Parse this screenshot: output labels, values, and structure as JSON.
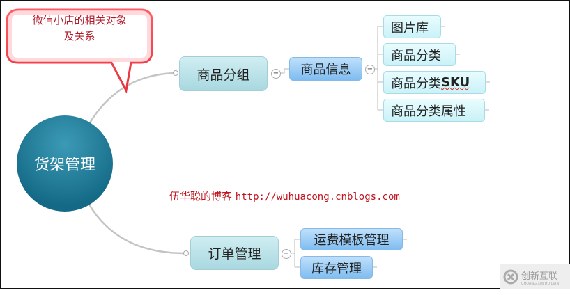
{
  "callout": {
    "line1": "微信小店的相关对象",
    "line2": "及关系"
  },
  "root": {
    "label": "货架管理"
  },
  "branches": [
    {
      "label": "商品分组",
      "children": [
        {
          "label": "商品信息",
          "children": [
            {
              "label": "图片库"
            },
            {
              "label": "商品分类"
            },
            {
              "label": "商品分类",
              "suffix": "SKU"
            },
            {
              "label": "商品分类属性"
            }
          ]
        }
      ]
    },
    {
      "label": "订单管理",
      "children": [
        {
          "label": "运费模板管理"
        },
        {
          "label": "库存管理"
        }
      ]
    }
  ],
  "blog": {
    "text": "伍华聪的博客",
    "url": "http://wuhuacong.cnblogs.com"
  },
  "toggle": "−",
  "watermark": {
    "name": "创新互联",
    "sub": "CHUANG XIN HU LIAN"
  }
}
